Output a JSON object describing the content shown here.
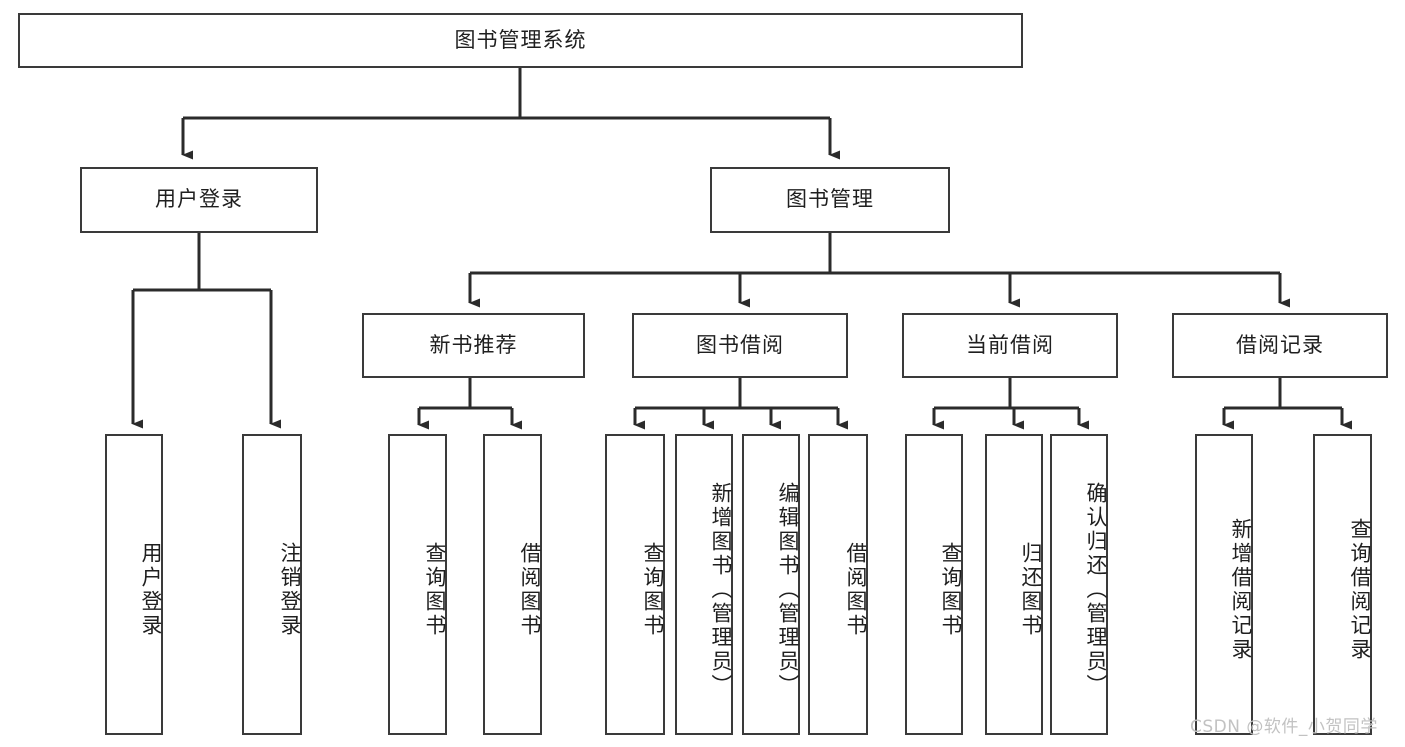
{
  "diagram": {
    "type": "tree",
    "title": "图书管理系统",
    "orientation": "top-down",
    "colors": {
      "box_border": "#3a3a3a",
      "box_fill": "#ffffff",
      "connector": "#2b2b2b",
      "text": "#1f1f1f",
      "watermark": "#c2c2c2",
      "background": "#ffffff"
    },
    "root": {
      "label": "图书管理系统"
    },
    "level2": [
      {
        "label": "用户登录"
      },
      {
        "label": "图书管理"
      }
    ],
    "level3": [
      {
        "label": "新书推荐"
      },
      {
        "label": "图书借阅"
      },
      {
        "label": "当前借阅"
      },
      {
        "label": "借阅记录"
      }
    ],
    "leaves": [
      {
        "label": "用户登录",
        "parent": "用户登录"
      },
      {
        "label": "注销登录",
        "parent": "用户登录"
      },
      {
        "label": "查询图书",
        "parent": "新书推荐"
      },
      {
        "label": "借阅图书",
        "parent": "新书推荐"
      },
      {
        "label": "查询图书",
        "parent": "图书借阅"
      },
      {
        "label": "新增图书（管理员）",
        "parent": "图书借阅"
      },
      {
        "label": "编辑图书（管理员）",
        "parent": "图书借阅"
      },
      {
        "label": "借阅图书",
        "parent": "图书借阅"
      },
      {
        "label": "查询图书",
        "parent": "当前借阅"
      },
      {
        "label": "归还图书",
        "parent": "当前借阅"
      },
      {
        "label": "确认归还（管理员）",
        "parent": "当前借阅"
      },
      {
        "label": "新增借阅记录",
        "parent": "借阅记录"
      },
      {
        "label": "查询借阅记录",
        "parent": "借阅记录"
      }
    ],
    "watermark": "CSDN @软件_小贺同学"
  }
}
